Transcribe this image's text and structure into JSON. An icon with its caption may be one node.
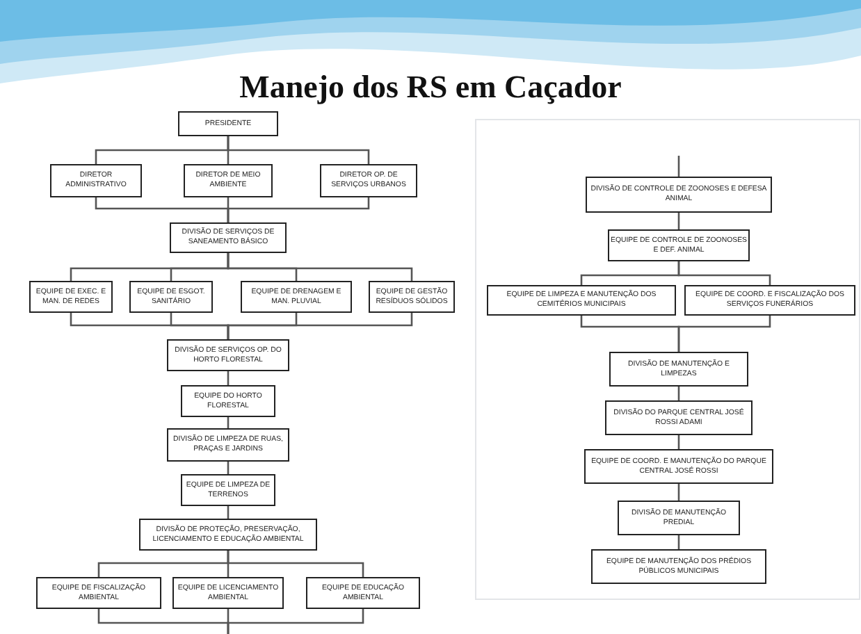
{
  "diagram": {
    "title": "Manejo dos RS em Caçador",
    "nodes": [
      {
        "text": [
          "PRESIDENTE"
        ]
      },
      {
        "text": [
          "DIRETOR ADMINISTRATIVO"
        ]
      },
      {
        "text": [
          "DIRETOR DE MEIO AMBIENTE"
        ]
      },
      {
        "text": [
          "DIRETOR OP. DE SERVIÇOS URBANOS"
        ]
      },
      {
        "text": [
          "DIVISÃO DE SERVIÇOS DE SANEAMENTO BÁSICO"
        ]
      },
      {
        "text": [
          "EQUIPE DE EXEC. E MAN. DE REDES"
        ]
      },
      {
        "text": [
          "EQUIPE DE ESGOT. SANITÁRIO"
        ]
      },
      {
        "text": [
          "EQUIPE DE DRENAGEM E MAN. PLUVIAL"
        ]
      },
      {
        "text": [
          "EQUIPE DE GESTÃO RESÍDUOS SÓLIDOS"
        ]
      },
      {
        "text": [
          "DIVISÃO DE SERVIÇOS OP. DO HORTO FLORESTAL"
        ]
      },
      {
        "text": [
          "EQUIPE DO HORTO FLORESTAL"
        ]
      },
      {
        "text": [
          "DIVISÃO DE LIMPEZA DE RUAS, PRAÇAS E JARDINS"
        ]
      },
      {
        "text": [
          "EQUIPE DE LIMPEZA DE TERRENOS"
        ]
      },
      {
        "text": [
          "DIVISÃO DE PROTEÇÃO, PRESERVAÇÃO, LICENCIAMENTO E EDUCAÇÃO AMBIENTAL"
        ]
      },
      {
        "text": [
          "EQUIPE DE FISCALIZAÇÃO AMBIENTAL"
        ]
      },
      {
        "text": [
          "EQUIPE DE LICENCIAMENTO AMBIENTAL"
        ]
      },
      {
        "text": [
          "EQUIPE DE EDUCAÇÃO AMBIENTAL"
        ]
      },
      {
        "text": [
          "DIVISÃO DE CONTROLE DE ZOONOSES E DEFESA ANIMAL"
        ]
      },
      {
        "text": [
          "EQUIPE DE CONTROLE DE ZOONOSES E DEF. ANIMAL"
        ]
      },
      {
        "text": [
          "EQUIPE DE LIMPEZA E MANUTENÇÃO DOS CEMITÉRIOS MUNICIPAIS"
        ]
      },
      {
        "text": [
          "EQUIPE DE COORD. E FISCALIZAÇÃO DOS SERVIÇOS FUNERÁRIOS"
        ]
      },
      {
        "text": [
          "DIVISÃO DE MANUTENÇÃO E LIMPEZAS"
        ]
      },
      {
        "text": [
          "DIVISÃO DO PARQUE CENTRAL JOSÉ ROSSI ADAMI"
        ]
      },
      {
        "text": [
          "EQUIPE DE COORD. E MANUTENÇÃO DO PARQUE CENTRAL JOSÉ ROSSI"
        ]
      },
      {
        "text": [
          "DIVISÃO DE MANUTENÇÃO PREDIAL"
        ]
      },
      {
        "text": [
          "EQUIPE DE MANUTENÇÃO DOS PRÉDIOS PÚBLICOS MUNICIPAIS"
        ]
      }
    ],
    "edges": [
      {
        "from": 0,
        "to": 1,
        "arrow": "none"
      },
      {
        "from": 0,
        "to": 2,
        "arrow": "none"
      },
      {
        "from": 0,
        "to": 3,
        "arrow": "none"
      },
      {
        "from": 1,
        "to": 4,
        "arrow": "none"
      },
      {
        "from": 2,
        "to": 4,
        "arrow": "none"
      },
      {
        "from": 3,
        "to": 4,
        "arrow": "none"
      },
      {
        "from": 4,
        "to": 5,
        "arrow": "none"
      },
      {
        "from": 4,
        "to": 6,
        "arrow": "none"
      },
      {
        "from": 4,
        "to": 7,
        "arrow": "none"
      },
      {
        "from": 4,
        "to": 8,
        "arrow": "none"
      },
      {
        "from": 5,
        "to": 9,
        "arrow": "none"
      },
      {
        "from": 6,
        "to": 9,
        "arrow": "none"
      },
      {
        "from": 7,
        "to": 9,
        "arrow": "none"
      },
      {
        "from": 8,
        "to": 9,
        "arrow": "none"
      },
      {
        "from": 9,
        "to": 10,
        "arrow": "none"
      },
      {
        "from": 10,
        "to": 11,
        "arrow": "none"
      },
      {
        "from": 11,
        "to": 12,
        "arrow": "none"
      },
      {
        "from": 12,
        "to": 13,
        "arrow": "none"
      },
      {
        "from": 13,
        "to": 14,
        "arrow": "none"
      },
      {
        "from": 13,
        "to": 15,
        "arrow": "none"
      },
      {
        "from": 13,
        "to": 16,
        "arrow": "none"
      },
      {
        "from": 14,
        "to": null,
        "arrow": "none"
      },
      {
        "from": 15,
        "to": null,
        "arrow": "none"
      },
      {
        "from": 16,
        "to": null,
        "arrow": "none"
      },
      {
        "from": null,
        "to": 17,
        "arrow": "none"
      },
      {
        "from": 17,
        "to": 18,
        "arrow": "none"
      },
      {
        "from": 18,
        "to": 19,
        "arrow": "none"
      },
      {
        "from": 18,
        "to": 20,
        "arrow": "none"
      },
      {
        "from": 19,
        "to": 21,
        "arrow": "none"
      },
      {
        "from": 20,
        "to": 21,
        "arrow": "none"
      },
      {
        "from": 21,
        "to": 22,
        "arrow": "none"
      },
      {
        "from": 22,
        "to": 23,
        "arrow": "none"
      },
      {
        "from": 23,
        "to": 24,
        "arrow": "none"
      },
      {
        "from": 24,
        "to": 25,
        "arrow": "none"
      }
    ]
  }
}
